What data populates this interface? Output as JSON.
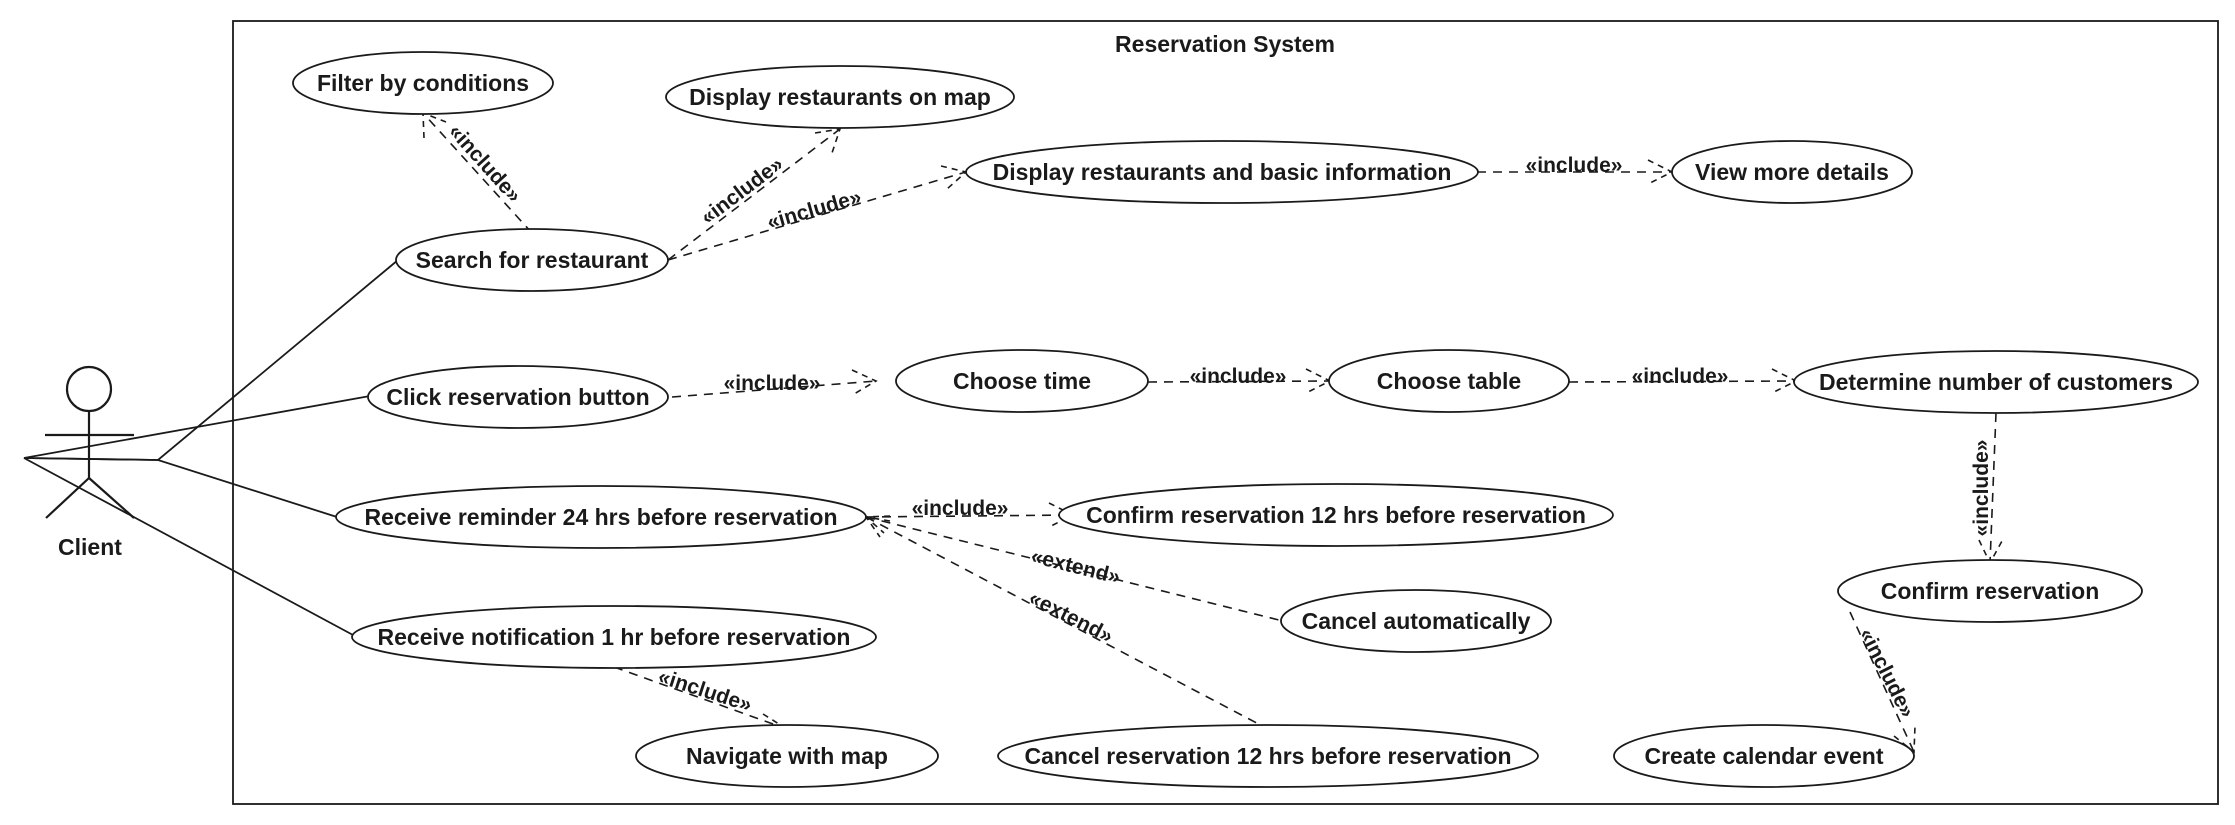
{
  "system": {
    "title": "Reservation System"
  },
  "actor": {
    "label": "Client"
  },
  "use_cases": {
    "filter": "Filter by conditions",
    "display_map": "Display restaurants on map",
    "display_info": "Display restaurants and basic information",
    "view_details": "View more details",
    "search": "Search for restaurant",
    "click_reserve": "Click reservation button",
    "choose_time": "Choose time",
    "choose_table": "Choose table",
    "determine_customers": "Determine number of customers",
    "reminder": "Receive reminder 24 hrs before reservation",
    "confirm_12": "Confirm reservation 12 hrs before reservation",
    "cancel_auto": "Cancel automatically",
    "confirm_reservation": "Confirm reservation",
    "notification": "Receive notification 1 hr before reservation",
    "navigate": "Navigate with map",
    "cancel_12": "Cancel reservation 12 hrs before reservation",
    "calendar": "Create calendar event"
  },
  "relations": {
    "include": "«include»",
    "extend": "«extend»"
  }
}
